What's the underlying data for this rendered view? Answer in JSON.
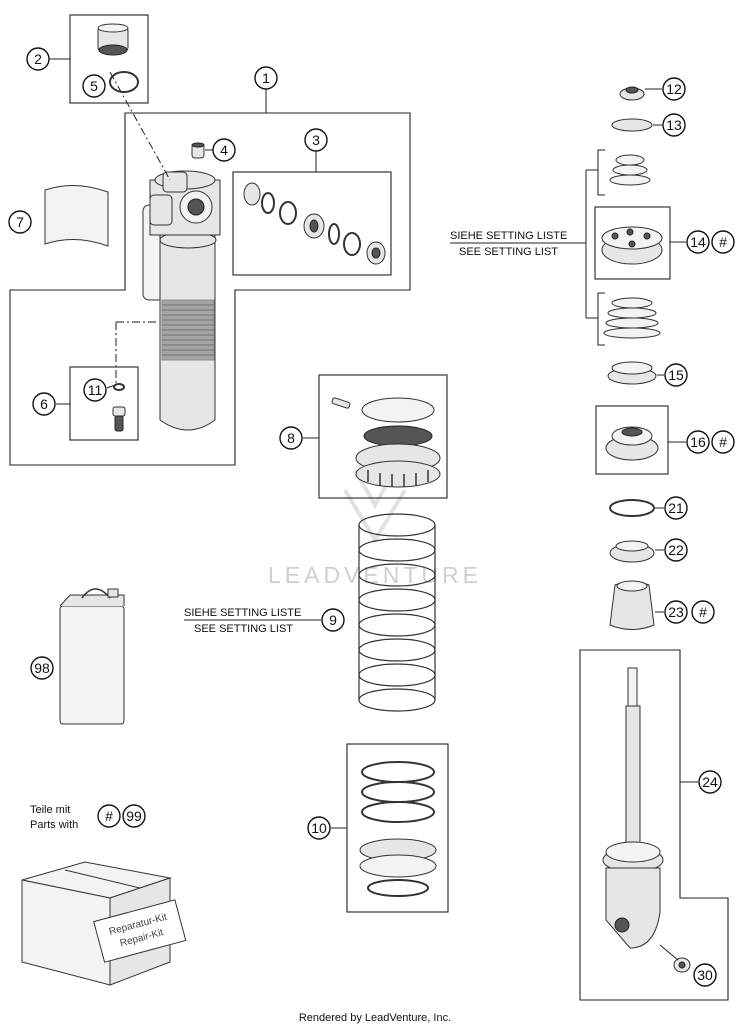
{
  "callouts": {
    "c1": "1",
    "c2": "2",
    "c3": "3",
    "c4": "4",
    "c5": "5",
    "c6": "6",
    "c7": "7",
    "c8": "8",
    "c9": "9",
    "c10": "10",
    "c11": "11",
    "c12": "12",
    "c13": "13",
    "c14": "14",
    "c15": "15",
    "c16": "16",
    "c21": "21",
    "c22": "22",
    "c23": "23",
    "c24": "24",
    "c30": "30",
    "c98": "98",
    "c99": "99"
  },
  "hash_symbol": "#",
  "setting_note": {
    "de": "SIEHE SETTING LISTE",
    "en": "SEE SETTING LIST"
  },
  "legend": {
    "line1": "Teile mit",
    "line2": "Parts with"
  },
  "kit_label": {
    "line1": "Reparatur-Kit",
    "line2": "Repair-Kit"
  },
  "watermark": "LEADVENTURE",
  "footer": "Rendered by LeadVenture, Inc.",
  "colors": {
    "line": "#222222",
    "part_fill": "#e6e6e6",
    "watermark": "#cfcfcf"
  }
}
